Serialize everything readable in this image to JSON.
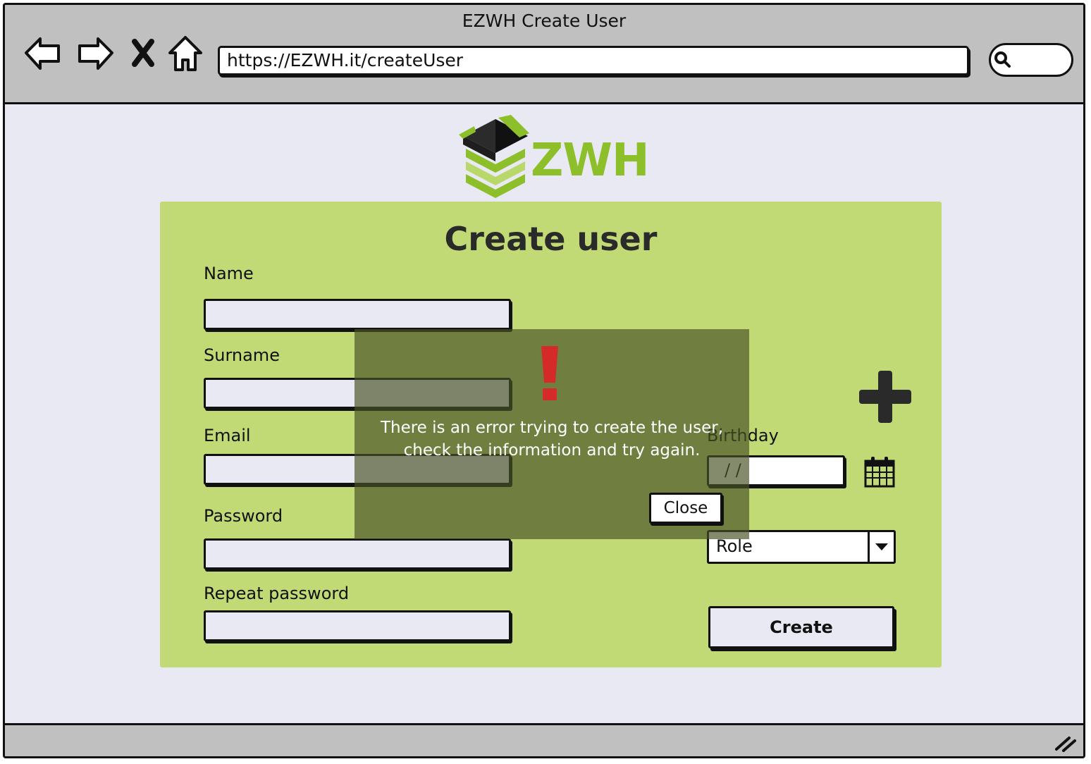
{
  "window": {
    "title": "EZWH Create User",
    "url": "https://EZWH.it/createUser"
  },
  "logo": {
    "text": "ZWH",
    "colors": {
      "green": "#8dbf2a",
      "light_green": "#b9d86a",
      "dark": "#2b2b2b"
    }
  },
  "form": {
    "title": "Create user",
    "fields": {
      "name": {
        "label": "Name",
        "value": ""
      },
      "surname": {
        "label": "Surname",
        "value": ""
      },
      "email": {
        "label": "Email",
        "value": ""
      },
      "password": {
        "label": "Password",
        "value": ""
      },
      "repeat_password": {
        "label": "Repeat password",
        "value": ""
      }
    },
    "birthday": {
      "label": "Birthday",
      "value": " /  /"
    },
    "role": {
      "selected": "Role"
    },
    "create_label": "Create"
  },
  "error_dialog": {
    "message": "There is an error trying to create the user,\ncheck the information and try again.",
    "close_label": "Close"
  },
  "colors": {
    "card_background": "#c1da75",
    "chrome_gray": "#c0c0c0",
    "page_background": "#e9e9f3",
    "error_red": "#d42a28"
  },
  "icons": [
    "back-arrow-icon",
    "forward-arrow-icon",
    "stop-icon",
    "home-icon",
    "search-icon",
    "plus-icon",
    "calendar-icon",
    "dropdown-arrow-icon",
    "exclamation-icon",
    "resize-grip-icon"
  ]
}
